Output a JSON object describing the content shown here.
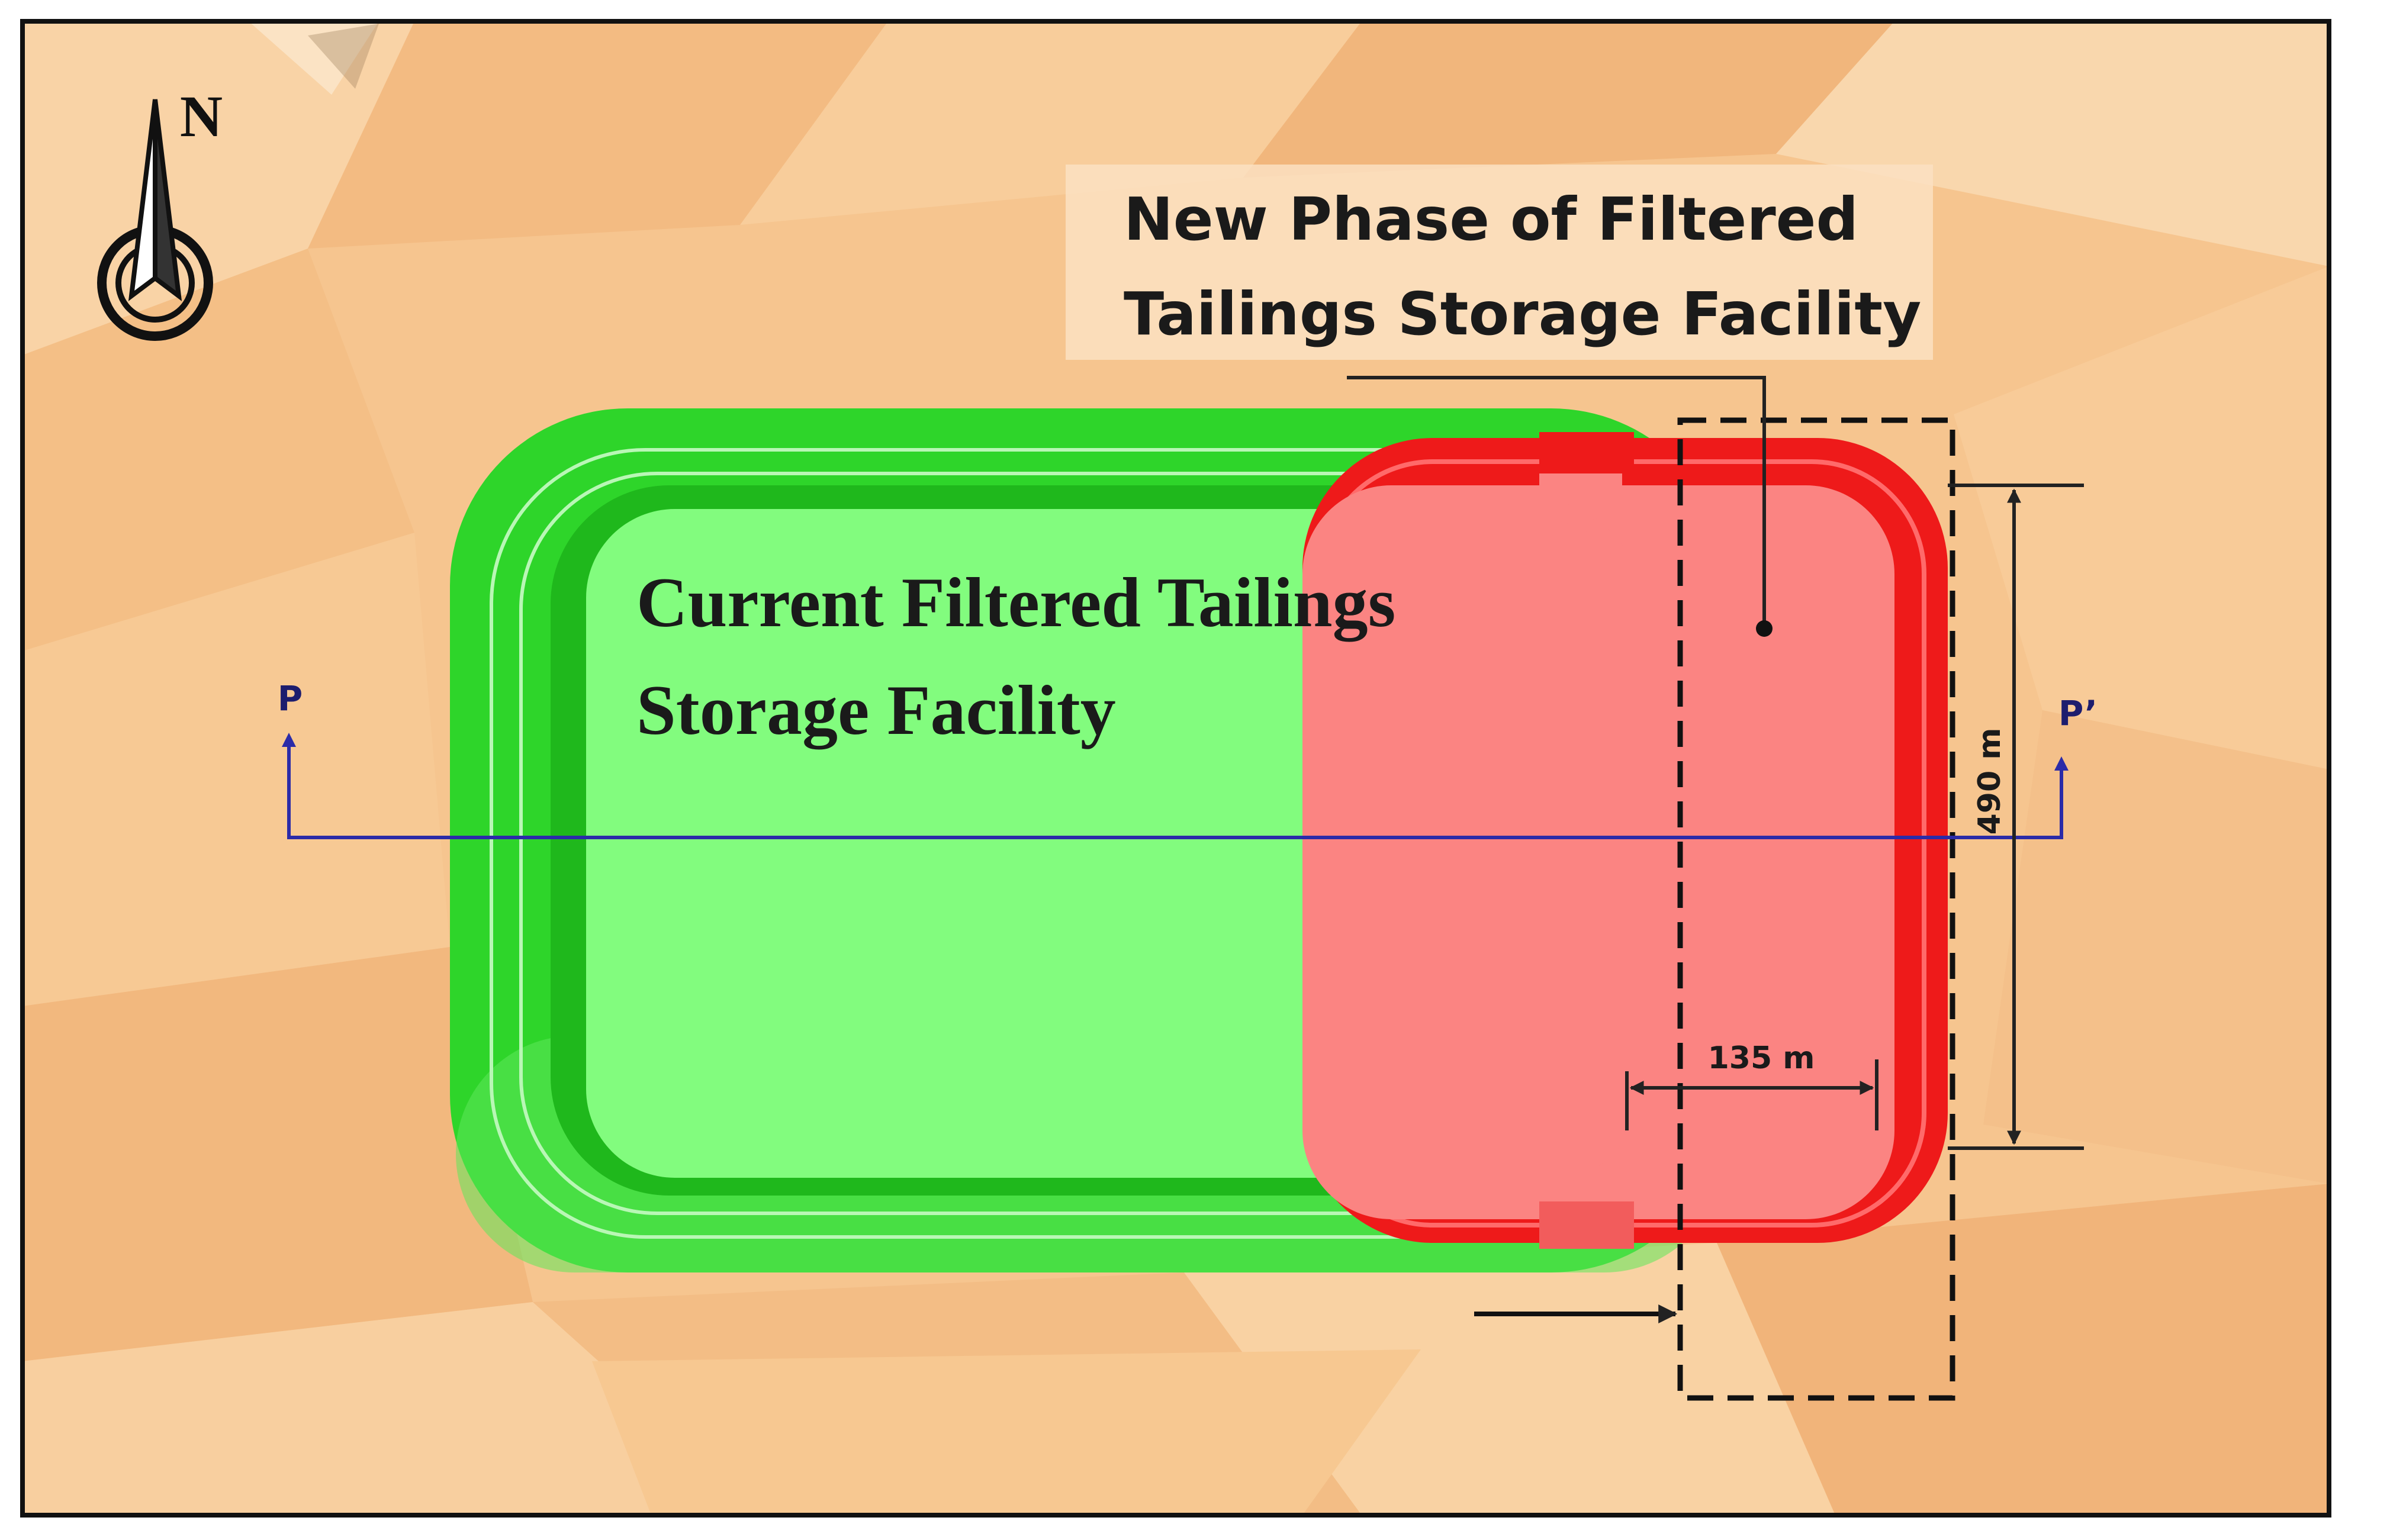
{
  "north_arrow": {
    "label": "N"
  },
  "current_facility": {
    "label_line1": "Current Filtered Tailings",
    "label_line2": "Storage Facility"
  },
  "new_phase": {
    "label_line1": "New Phase of Filtered",
    "label_line2": "Tailings Storage Facility"
  },
  "section": {
    "start_label": "P",
    "end_label": "P’"
  },
  "dimensions": {
    "width_label": "135 m",
    "length_label": "490 m"
  },
  "colors": {
    "terrain": "#f6c58f",
    "current_fill": "#82fc7e",
    "current_rim": "#2ed52a",
    "new_fill": "#fb8482",
    "new_rim": "#ee1a1a",
    "section_line": "#2b2ba8",
    "frame": "#111111"
  }
}
